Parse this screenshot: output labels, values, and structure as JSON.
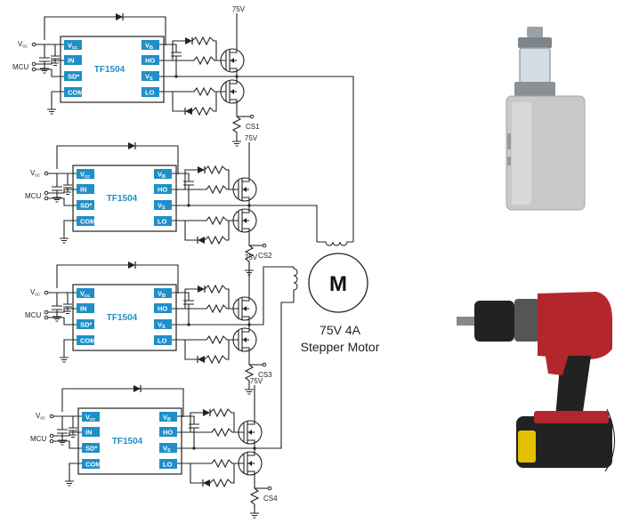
{
  "chip": {
    "name": "TF1504",
    "left_pins": [
      "V",
      "IN",
      "SD*",
      "COM"
    ],
    "left_pin_subs": [
      "cc",
      "",
      "",
      ""
    ],
    "right_pins": [
      "V",
      "HO",
      "V",
      "LO"
    ],
    "right_pin_subs": [
      "B",
      "",
      "S",
      ""
    ]
  },
  "vcc_label": "V",
  "vcc_sub": "cc",
  "mcu_label": "MCU",
  "supply_label": "75V",
  "stages": [
    {
      "cs_label": "CS1"
    },
    {
      "cs_label": "CS2"
    },
    {
      "cs_label": "CS3"
    },
    {
      "cs_label": "CS4"
    }
  ],
  "motor": {
    "symbol": "M",
    "rating": "75V 4A",
    "name": "Stepper Motor"
  },
  "photos": [
    {
      "name": "vape-mod-box",
      "colors": {
        "body": "#c9c9c9",
        "tank": "#9aa1a6"
      }
    },
    {
      "name": "cordless-drill",
      "colors": {
        "body": "#b3262b",
        "grip": "#222222",
        "battery": "#e3c000"
      }
    }
  ]
}
